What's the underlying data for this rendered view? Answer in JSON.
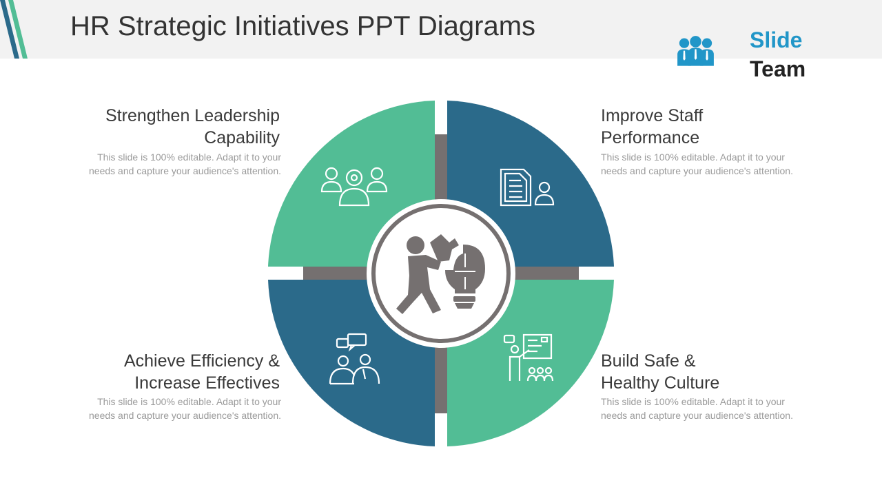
{
  "slide": {
    "title": "HR Strategic Initiatives PPT Diagrams"
  },
  "logo": {
    "word1": "Slide",
    "word2": "Team"
  },
  "colors": {
    "green": "#52bd95",
    "blue": "#2b6a8a",
    "gray": "#757070",
    "logo_blue": "#2196c8"
  },
  "items": [
    {
      "id": "top-left",
      "title": "Strengthen Leadership\nCapability",
      "description": "This slide is 100% editable. Adapt it to your needs and capture your audience's attention.",
      "icon": "leadership-group-icon",
      "color": "green"
    },
    {
      "id": "top-right",
      "title": "Improve Staff\nPerformance",
      "description": "This slide is 100% editable. Adapt it to your needs and capture your audience's attention.",
      "icon": "document-person-icon",
      "color": "blue"
    },
    {
      "id": "bottom-left",
      "title": "Achieve Efficiency &\nIncrease Effectives",
      "description": "This slide is 100% editable. Adapt it to your needs and capture your audience's attention.",
      "icon": "discussion-icon",
      "color": "blue"
    },
    {
      "id": "bottom-right",
      "title": "Build Safe &\nHealthy Culture",
      "description": "This slide is 100% editable. Adapt it to your needs and capture your audience's attention.",
      "icon": "presentation-icon",
      "color": "green"
    }
  ],
  "center_icon": "person-puzzle-bulb-icon"
}
